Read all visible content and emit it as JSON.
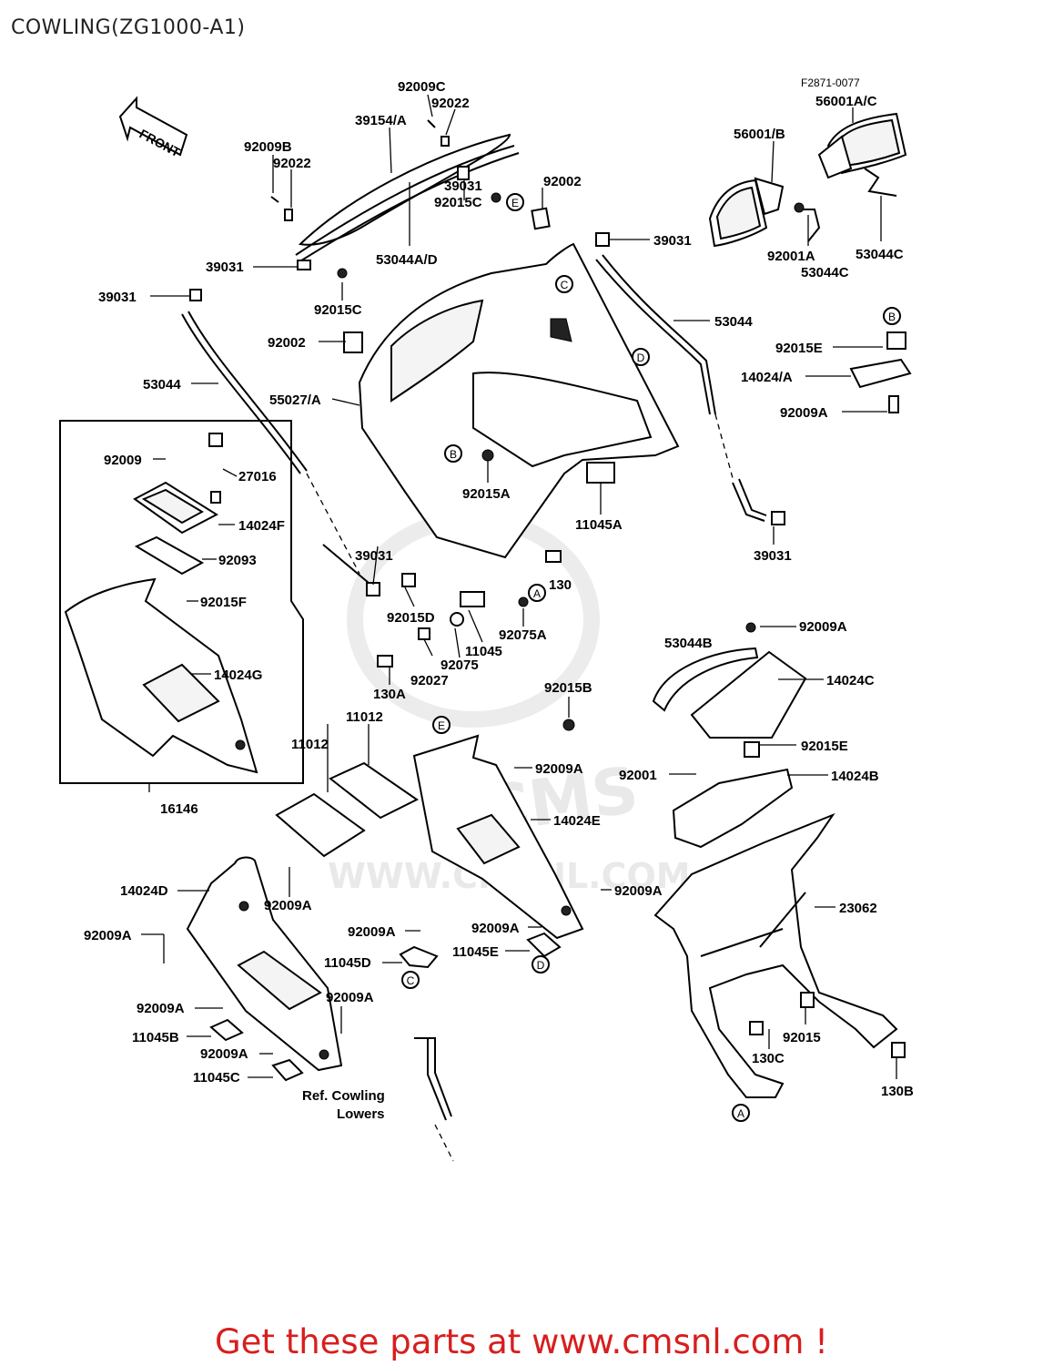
{
  "title": "COWLING(ZG1000-A1)",
  "diagram_code": "F2871-0077",
  "front_label": "FRONT",
  "footer": "Get these parts at www.cmsnl.com !",
  "watermark": {
    "text1": "CMS",
    "text2": "WWW.CMSNL.COM"
  },
  "ref_label": {
    "line1": "Ref. Cowling",
    "line2": "Lowers"
  },
  "callouts": [
    "A",
    "B",
    "C",
    "D",
    "E"
  ],
  "parts": {
    "p92009C": "92009C",
    "p92022a": "92022",
    "p39154A": "39154/A",
    "p92009B": "92009B",
    "p92022b": "92022",
    "p39031a": "39031",
    "p92015Ca": "92015C",
    "p92002a": "92002",
    "p53044AD": "53044A/D",
    "p39031b": "39031",
    "p92015Cb": "92015C",
    "p39031c": "39031",
    "p39031d": "39031",
    "p53044a": "53044",
    "p92002b": "92002",
    "p55027A": "55027/A",
    "p53044b": "53044",
    "p56001B": "56001/B",
    "p56001AC": "56001A/C",
    "p92001A": "92001A",
    "p53044Ca": "53044C",
    "p53044Cb": "53044C",
    "p92015Ea": "92015E",
    "p14024A": "14024/A",
    "p92009Aa": "92009A",
    "p92009": "92009",
    "p27016": "27016",
    "p14024F": "14024F",
    "p92093": "92093",
    "p92015F": "92015F",
    "p14024G": "14024G",
    "p16146": "16146",
    "p92015A": "92015A",
    "p11045A": "11045A",
    "p39031e": "39031",
    "p39031f": "39031",
    "p130": "130",
    "p92015D": "92015D",
    "p92075A": "92075A",
    "p11045": "11045",
    "p92075": "92075",
    "p92027": "92027",
    "p130A": "130A",
    "p53044B": "53044B",
    "p92009Ab": "92009A",
    "p14024C": "14024C",
    "p92015Eb": "92015E",
    "p92015B": "92015B",
    "p11012a": "11012",
    "p11012b": "11012",
    "p92009Ac": "92009A",
    "p14024E": "14024E",
    "p92001": "92001",
    "p14024B": "14024B",
    "p14024D": "14024D",
    "p92009Ad": "92009A",
    "p92009Ae": "92009A",
    "p92009Af": "92009A",
    "p92009Ag": "92009A",
    "p92009Ah": "92009A",
    "p11045D": "11045D",
    "p11045E": "11045E",
    "p23062": "23062",
    "p92009Ai": "92009A",
    "p92009Aj": "92009A",
    "p11045B": "11045B",
    "p92009Ak": "92009A",
    "p11045C": "11045C",
    "p92015": "92015",
    "p130C": "130C",
    "p130B": "130B"
  }
}
